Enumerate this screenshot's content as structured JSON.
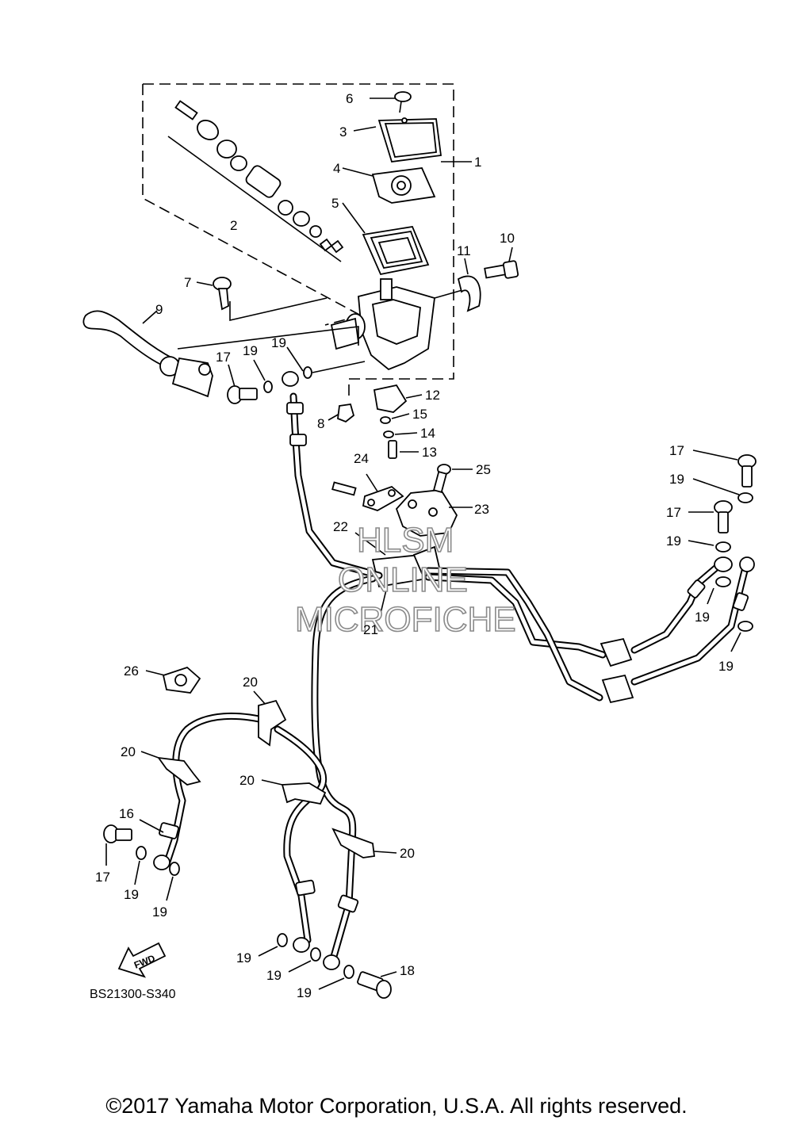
{
  "labels": {
    "l1": "1",
    "l2": "2",
    "l3": "3",
    "l4": "4",
    "l5": "5",
    "l6": "6",
    "l7": "7",
    "l8": "8",
    "l9": "9",
    "l10": "10",
    "l11": "11",
    "l12": "12",
    "l13": "13",
    "l14": "14",
    "l15": "15",
    "l16": "16",
    "l17a": "17",
    "l17b": "17",
    "l17c": "17",
    "l17d": "17",
    "l18": "18",
    "l19a": "19",
    "l19b": "19",
    "l19c": "19",
    "l19d": "19",
    "l19e": "19",
    "l19f": "19",
    "l19g": "19",
    "l19h": "19",
    "l19i": "19",
    "l19j": "19",
    "l19k": "19",
    "l20a": "20",
    "l20b": "20",
    "l20c": "20",
    "l20d": "20",
    "l21": "21",
    "l22": "22",
    "l23": "23",
    "l24": "24",
    "l25": "25",
    "l26": "26"
  },
  "fwd_arrow": "FWD",
  "diagram_code": "BS21300-S340",
  "watermark": {
    "line1": "HLSM",
    "line2": "ONLINE",
    "line3": "MICROFICHE"
  },
  "copyright": "©2017 Yamaha Motor Corporation, U.S.A. All rights reserved."
}
